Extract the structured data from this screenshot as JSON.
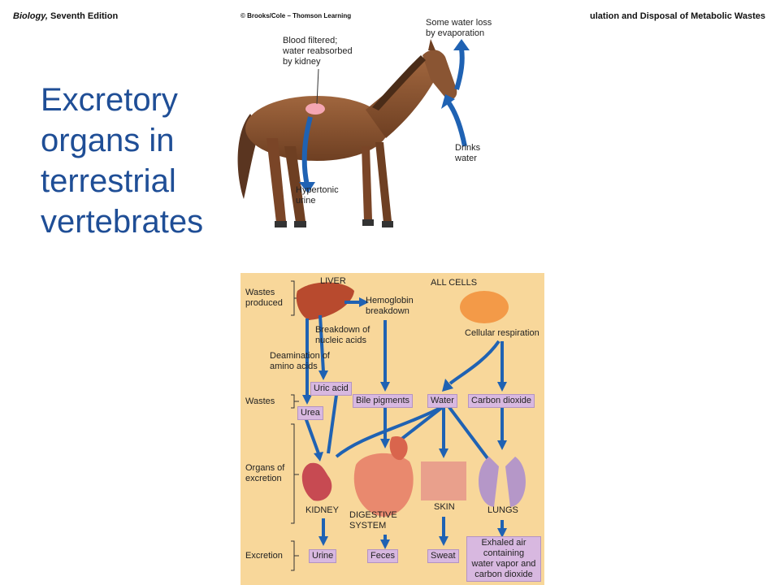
{
  "header": {
    "book_title": "Biology,",
    "book_edition": " Seventh Edition",
    "copyright": "© Brooks/Cole – Thomson Learning",
    "chapter_title": "ulation and Disposal of Metabolic Wastes"
  },
  "slide": {
    "title": "Excretory organs in terrestrial vertebrates"
  },
  "horse": {
    "label_kidney": "Blood filtered;\nwater reabsorbed\nby kidney",
    "label_evaporation": "Some water loss\nby evaporation",
    "label_drinks": "Drinks\nwater",
    "label_urine": "Hypertonic\nurine"
  },
  "diagram": {
    "row_wastes_produced": "Wastes\nproduced",
    "row_wastes": "Wastes",
    "row_organs": "Organs of\nexcretion",
    "row_excretion": "Excretion",
    "liver": "LIVER",
    "all_cells": "ALL CELLS",
    "hemoglobin": "Hemoglobin\nbreakdown",
    "nucleic": "Breakdown of\nnucleic acids",
    "deamination": "Deamination of\namino acids",
    "cellular_resp": "Cellular respiration",
    "wastes": [
      "Uric acid",
      "Urea",
      "Bile pigments",
      "Water",
      "Carbon dioxide"
    ],
    "organs": [
      "KIDNEY",
      "DIGESTIVE\nSYSTEM",
      "SKIN",
      "LUNGS"
    ],
    "products": [
      "Urine",
      "Feces",
      "Sweat",
      "Exhaled air\ncontaining\nwater vapor and\ncarbon dioxide"
    ]
  }
}
